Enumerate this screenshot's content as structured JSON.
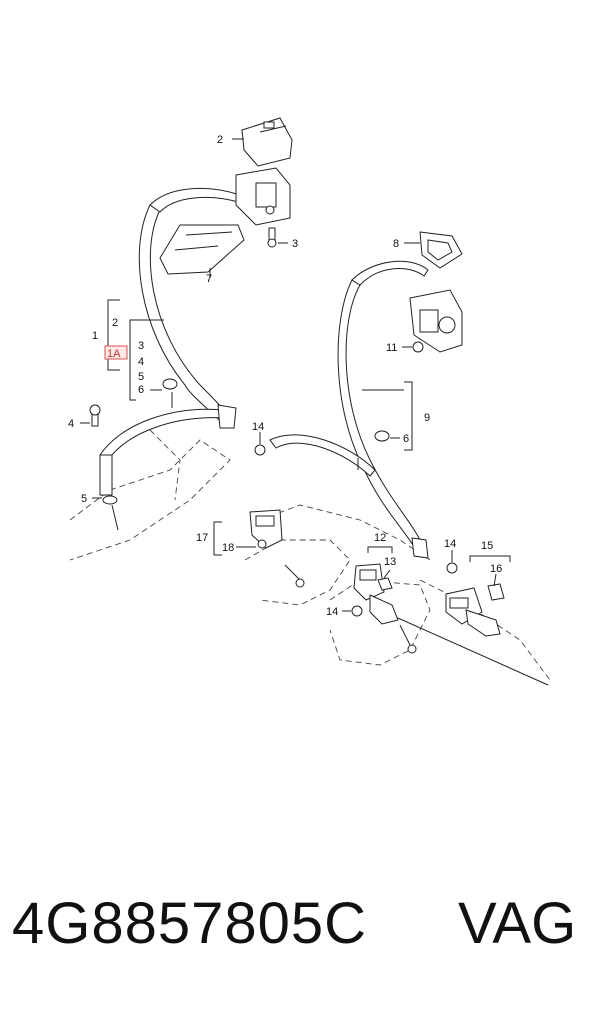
{
  "footer": {
    "part_number": "4G8857805C",
    "brand": "VAG"
  },
  "callouts": {
    "c1": "1",
    "c1a": "1A",
    "c2": "2",
    "c3": "3",
    "c4": "4",
    "c5": "5",
    "c6": "6",
    "c7": "7",
    "c8": "8",
    "c9": "9",
    "c11": "11",
    "c12": "12",
    "c13": "13",
    "c14": "14",
    "c15": "15",
    "c16": "16",
    "c17": "17",
    "c18": "18"
  },
  "colors": {
    "highlight_box": "#d9534f",
    "line": "#222222"
  }
}
